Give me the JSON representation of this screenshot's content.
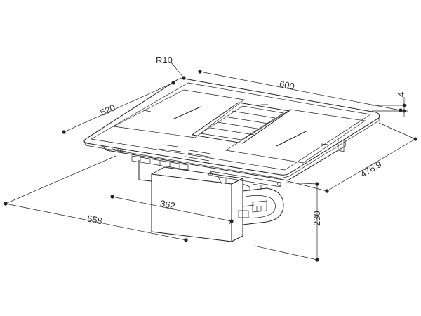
{
  "dimensions": {
    "radius": "R10",
    "width": "600",
    "thickness": "4",
    "depth": "520",
    "cutout_depth": "476.9",
    "cutout_width": "558",
    "unit_width": "362",
    "height": "230"
  },
  "colors": {
    "line": "#222222",
    "text": "#333333",
    "background": "#ffffff"
  }
}
